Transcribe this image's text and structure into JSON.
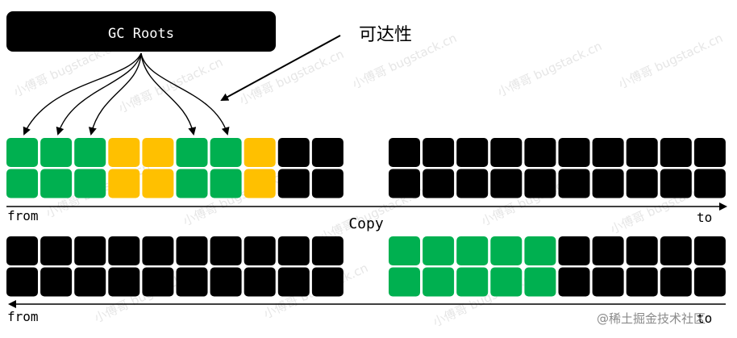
{
  "diagram": {
    "gc_roots_label": "GC Roots",
    "reachability_label": "可达性",
    "copy_label": "Copy",
    "top_arrow": {
      "start_label": "from",
      "end_label": "to"
    },
    "bottom_arrow": {
      "start_label": "from",
      "end_label": "to"
    },
    "watermark_text": "小傅哥 bugstack.cn",
    "credit_text": "@稀土掘金技术社区",
    "colors": {
      "reachable": "#00b050",
      "unreachable": "#ffc000",
      "free": "#000000",
      "label_box": "#000000"
    },
    "memory_blocks": {
      "top_left": {
        "rows": [
          [
            "reachable",
            "reachable",
            "reachable",
            "unreachable",
            "unreachable",
            "reachable",
            "reachable",
            "unreachable",
            "free",
            "free"
          ],
          [
            "reachable",
            "reachable",
            "reachable",
            "unreachable",
            "unreachable",
            "reachable",
            "reachable",
            "unreachable",
            "free",
            "free"
          ]
        ]
      },
      "top_right": {
        "rows": [
          [
            "free",
            "free",
            "free",
            "free",
            "free",
            "free",
            "free",
            "free",
            "free",
            "free"
          ],
          [
            "free",
            "free",
            "free",
            "free",
            "free",
            "free",
            "free",
            "free",
            "free",
            "free"
          ]
        ]
      },
      "bottom_left": {
        "rows": [
          [
            "free",
            "free",
            "free",
            "free",
            "free",
            "free",
            "free",
            "free",
            "free",
            "free"
          ],
          [
            "free",
            "free",
            "free",
            "free",
            "free",
            "free",
            "free",
            "free",
            "free",
            "free"
          ]
        ]
      },
      "bottom_right": {
        "rows": [
          [
            "reachable",
            "reachable",
            "reachable",
            "reachable",
            "reachable",
            "free",
            "free",
            "free",
            "free",
            "free"
          ],
          [
            "reachable",
            "reachable",
            "reachable",
            "reachable",
            "reachable",
            "free",
            "free",
            "free",
            "free",
            "free"
          ]
        ]
      }
    }
  }
}
